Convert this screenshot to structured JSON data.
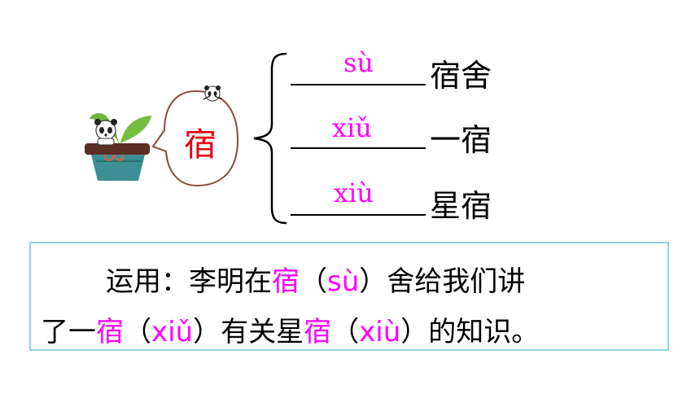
{
  "main_char": "宿",
  "entries": [
    {
      "pinyin": "sù",
      "word": "宿舍"
    },
    {
      "pinyin": "xiǔ",
      "word": "一宿"
    },
    {
      "pinyin": "xiù",
      "word": "星宿"
    }
  ],
  "usage": {
    "line1": [
      {
        "text": "运用：李明在",
        "hl": false
      },
      {
        "text": "宿",
        "hl": true
      },
      {
        "text": "（",
        "hl": false
      },
      {
        "text": "sù",
        "hl": true
      },
      {
        "text": "）舍给我们讲",
        "hl": false
      }
    ],
    "line2": [
      {
        "text": "了一",
        "hl": false
      },
      {
        "text": "宿",
        "hl": true
      },
      {
        "text": "（",
        "hl": false
      },
      {
        "text": "xiǔ",
        "hl": true
      },
      {
        "text": "）有关星",
        "hl": false
      },
      {
        "text": "宿",
        "hl": true
      },
      {
        "text": "（",
        "hl": false
      },
      {
        "text": "xiù",
        "hl": true
      },
      {
        "text": "）的知识。",
        "hl": false
      }
    ]
  },
  "colors": {
    "main_char": "#e60012",
    "pinyin": "#ff00ff",
    "box_border": "#8fd3e8",
    "bubble": "#8b4a3c"
  },
  "icons": [
    "sprout-pot-icon",
    "panda-icon"
  ]
}
